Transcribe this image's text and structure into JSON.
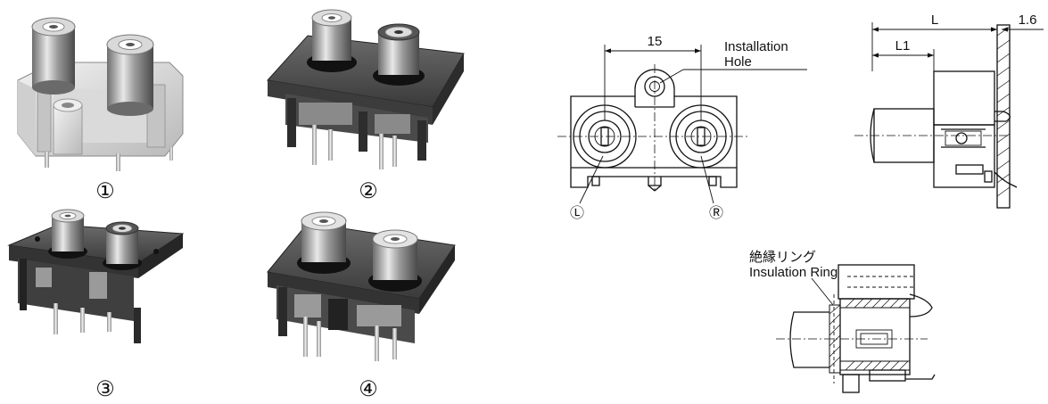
{
  "products": [
    {
      "number": "①"
    },
    {
      "number": "②"
    },
    {
      "number": "③"
    },
    {
      "number": "④"
    }
  ],
  "front_view": {
    "dimension": "15",
    "installation_label": [
      "Installation",
      "Hole"
    ],
    "left_marker": "Ⓛ",
    "right_marker": "Ⓡ"
  },
  "side_view": {
    "dim_l": "L",
    "dim_l1": "L1",
    "dim_panel": "1.6"
  },
  "section_view": {
    "label_jp": "絶縁リング",
    "label_en": "Insulation Ring"
  }
}
